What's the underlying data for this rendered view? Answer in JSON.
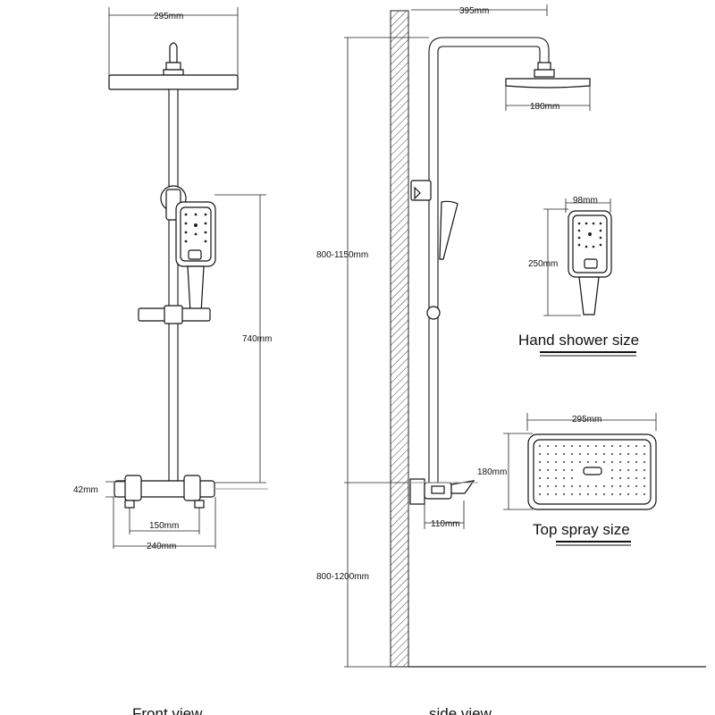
{
  "front": {
    "head_width": "295mm",
    "slide_height": "740mm",
    "valve_height": "42mm",
    "inlet_spacing": "150mm",
    "valve_width": "240mm",
    "caption": "Front view"
  },
  "side": {
    "projection": "395mm",
    "head_diameter": "180mm",
    "head_height_range": "800-1150mm",
    "valve_height_range": "800-1200mm",
    "shelf_depth": "110mm",
    "caption": "side view"
  },
  "hand_shower": {
    "width": "98mm",
    "length": "250mm",
    "title": "Hand shower size"
  },
  "top_spray": {
    "width": "295mm",
    "depth": "180mm",
    "title": "Top spray size"
  }
}
